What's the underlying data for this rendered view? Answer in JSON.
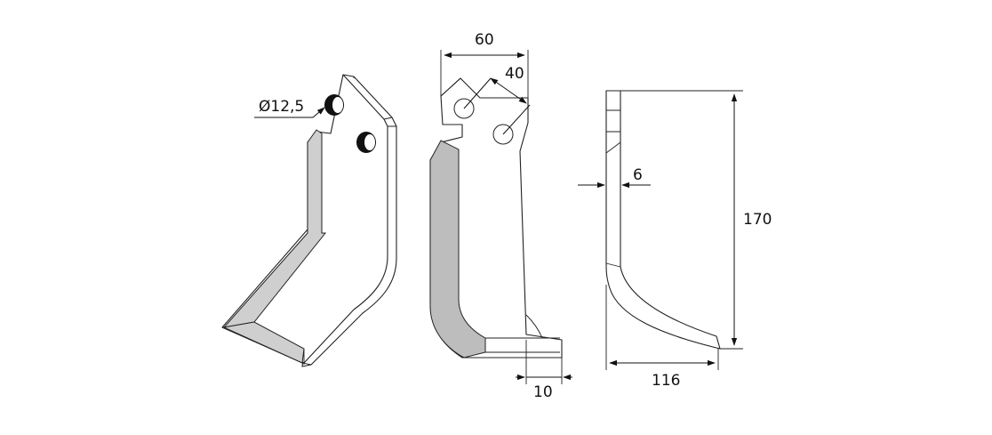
{
  "dimensions": {
    "hole_diameter": "Ø12,5",
    "width_total": "60",
    "hole_spacing": "40",
    "thickness": "6",
    "height": "170",
    "tip_width": "10",
    "reach": "116"
  },
  "colors": {
    "line": "#222222",
    "cutting_edge": "#cfcfcf",
    "background": "#ffffff"
  }
}
